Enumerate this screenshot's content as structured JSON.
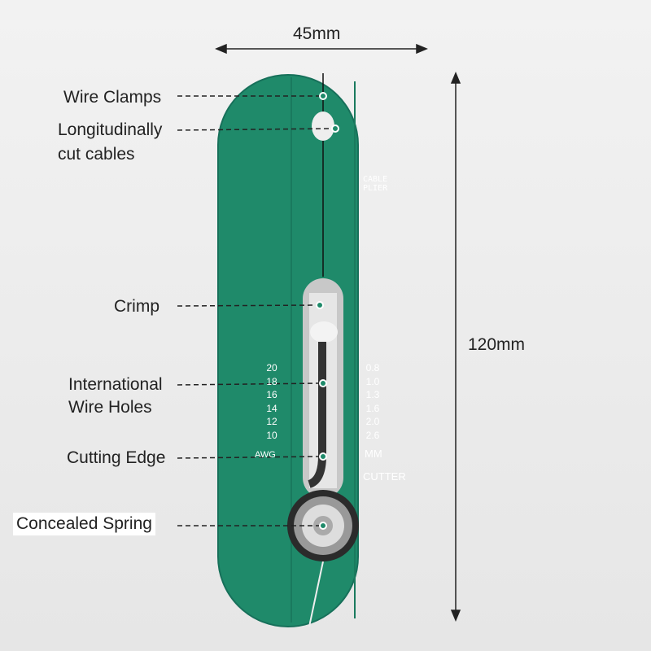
{
  "dimensions": {
    "width": "45mm",
    "height": "120mm"
  },
  "labels": {
    "wire_clamps": "Wire Clamps",
    "longitudinal_1": "Longitudinally",
    "longitudinal_2": "cut cables",
    "crimp": "Crimp",
    "intl_1": "International",
    "intl_2": "Wire Holes",
    "cutting": "Cutting Edge",
    "spring": "Concealed Spring"
  },
  "device": {
    "cable_plier_1": "CABLE",
    "cable_plier_2": "PLIER",
    "awg": [
      "20",
      "18",
      "16",
      "14",
      "12",
      "10"
    ],
    "awg_label": "AWG",
    "mm": [
      "0.8",
      "1.0",
      "1.3",
      "1.6",
      "2.0",
      "2.6"
    ],
    "mm_label": "MM",
    "cutter": "CUTTER",
    "color": "#1f8a6a"
  }
}
